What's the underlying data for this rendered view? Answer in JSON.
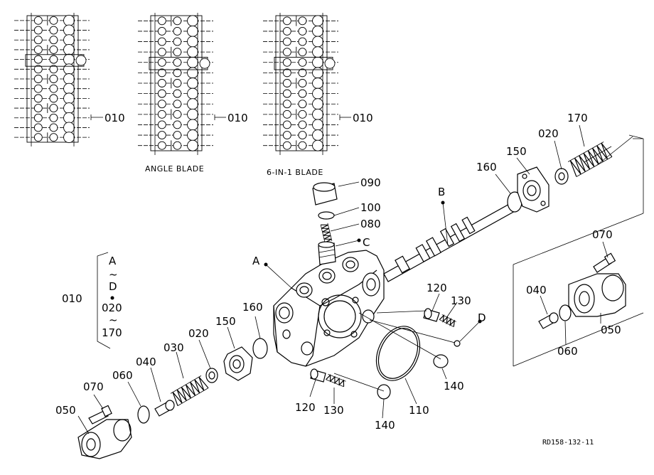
{
  "labels": {
    "valve_010_a": "010",
    "valve_010_b": "010",
    "valve_010_c": "010",
    "angle_blade": "ANGLE BLADE",
    "six_in_one_blade": "6-IN-1 BLADE",
    "p090": "090",
    "p100": "100",
    "p080": "080",
    "pC": "C",
    "pA": "A",
    "pB": "B",
    "p160_top": "160",
    "p150_top": "150",
    "p020_top": "020",
    "p170_top": "170",
    "p070_right": "070",
    "p040_right": "040",
    "p060_right": "060",
    "p050_right": "050",
    "p120_top": "120",
    "p130_top": "130",
    "pD_right": "D",
    "p140_right": "140",
    "p110": "110",
    "p140_bottom": "140",
    "p120_bottom": "120",
    "p130_bottom": "130",
    "p160_left": "160",
    "p150_left": "150",
    "p020_left": "020",
    "p030": "030",
    "p040_left": "040",
    "p060_left": "060",
    "p070_left": "070",
    "p050_left": "050",
    "bracket_label": "010",
    "range_A": "A",
    "range_tilde1": "~",
    "range_D": "D",
    "range_020": "020",
    "range_tilde2": "~",
    "range_170": "170",
    "ref_code": "RD158-132-11"
  }
}
